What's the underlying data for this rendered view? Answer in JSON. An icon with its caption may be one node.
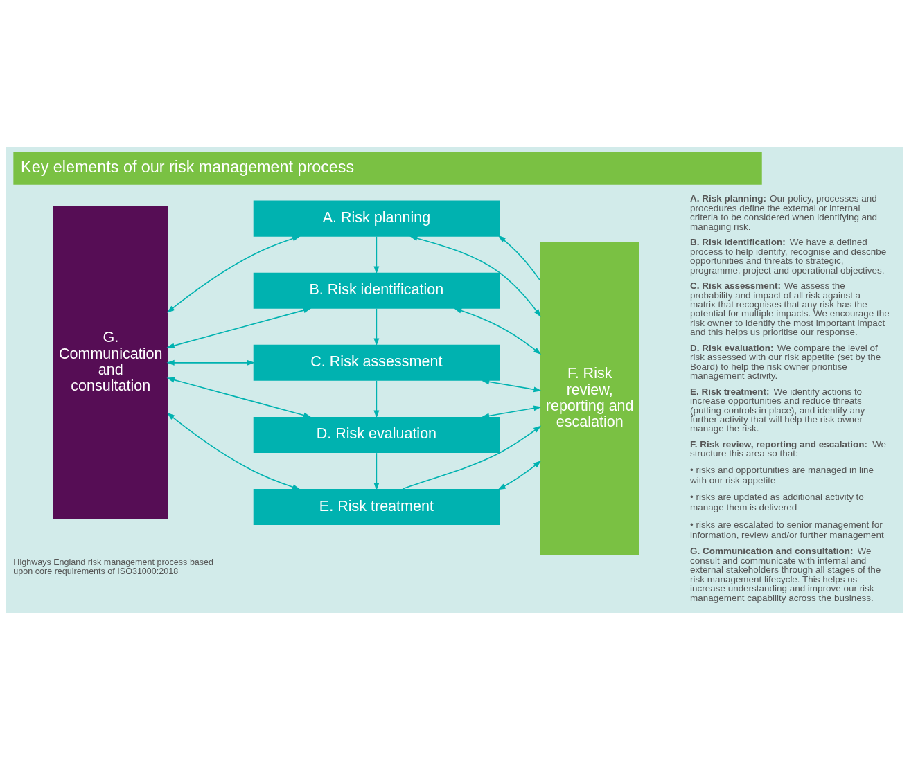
{
  "diagram": {
    "title": "Key elements of our risk management process",
    "caption": "Highways England risk management process based upon core requirements of ISO31000:2018",
    "nodes": [
      {
        "text": [
          "G. Communication and consultation"
        ]
      },
      {
        "text": [
          "A. Risk planning"
        ]
      },
      {
        "text": [
          "B. Risk identification"
        ]
      },
      {
        "text": [
          "C. Risk assessment"
        ]
      },
      {
        "text": [
          "D. Risk evaluation"
        ]
      },
      {
        "text": [
          "E. Risk treatment"
        ]
      },
      {
        "text": [
          "F. Risk review, reporting and escalation"
        ]
      }
    ],
    "edges": [
      {
        "from": 6,
        "to": 1,
        "arrow": "to"
      },
      {
        "from": 0,
        "to": 1,
        "arrow": "both"
      },
      {
        "from": 1,
        "to": 6,
        "arrow": "both"
      },
      {
        "from": 1,
        "to": 2,
        "arrow": "to"
      },
      {
        "from": 0,
        "to": 2,
        "arrow": "both"
      },
      {
        "from": 2,
        "to": 6,
        "arrow": "both"
      },
      {
        "from": 2,
        "to": 3,
        "arrow": "to"
      },
      {
        "from": 0,
        "to": 3,
        "arrow": "both"
      },
      {
        "from": 3,
        "to": 6,
        "arrow": "both"
      },
      {
        "from": 3,
        "to": 4,
        "arrow": "to"
      },
      {
        "from": 0,
        "to": 4,
        "arrow": "both"
      },
      {
        "from": 4,
        "to": 6,
        "arrow": "both"
      },
      {
        "from": 4,
        "to": 5,
        "arrow": "to"
      },
      {
        "from": 0,
        "to": 5,
        "arrow": "both"
      },
      {
        "from": 5,
        "to": 6,
        "arrow": "both"
      },
      {
        "from": 5,
        "to": 6,
        "arrow": "to"
      }
    ],
    "labels": [
      "**A. Risk planning:** Our policy, processes and procedures define the external or internal criteria to be considered when identifying and managing risk.",
      "**B. Risk identification:** We have a defined process to help identify, recognise and describe opportunities and threats to strategic, programme, project and operational objectives.",
      "**C. Risk assessment:** We assess the probability and impact of all risk against a matrix that recognises that any risk has the potential for multiple impacts. We encourage the risk owner to identify the most important impact and this helps us prioritise our response.",
      "**D. Risk evaluation:** We compare the level of risk assessed with our risk appetite (set by the Board) to help the risk owner prioritise management activity.",
      "**E. Risk treatment:** We identify actions to increase opportunities and reduce threats (putting controls in place), and identify any further activity that will help the risk owner manage the risk.",
      "**F. Risk review, reporting and escalation:** We structure this area so that:",
      "• risks and opportunities are managed in line with our risk appetite",
      "• risks are updated as additional activity to manage them is delivered",
      "• risks are escalated to senior management for information, review and/or further management",
      "**G. Communication and consultation:** We consult and communicate with internal and external stakeholders through all stages of the risk management lifecycle. This helps us increase understanding and improve our risk management capability across the business."
    ]
  }
}
